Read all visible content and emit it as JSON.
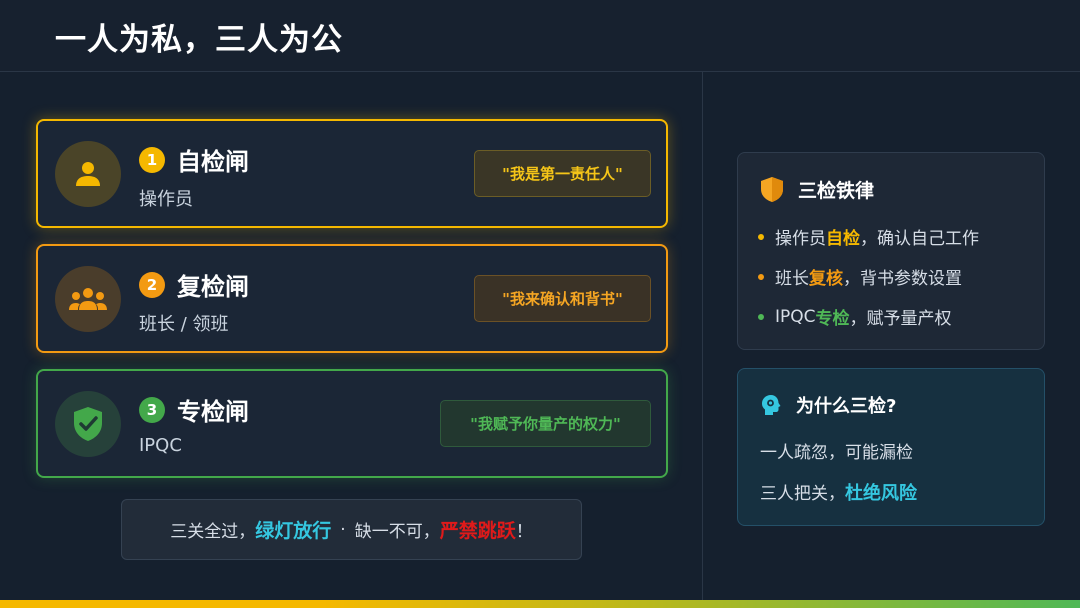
{
  "title": "一人为私，三人为公",
  "gates": [
    {
      "number": "1",
      "name": "自检闸",
      "role": "操作员",
      "quote": "\"我是第一责任人\"",
      "icon": "person-icon",
      "color": "#f5b800"
    },
    {
      "number": "2",
      "name": "复检闸",
      "role": "班长 / 领班",
      "quote": "\"我来确认和背书\"",
      "icon": "group-icon",
      "color": "#f39a12"
    },
    {
      "number": "3",
      "name": "专检闸",
      "role": "IPQC",
      "quote": "\"我赋予你量产的权力\"",
      "icon": "shield-check-icon",
      "color": "#43a84a"
    }
  ],
  "bottom_note": {
    "prefix": "三关全过，",
    "highlight1": "绿灯放行",
    "dot": "·",
    "middle": "缺一不可，",
    "highlight2": "严禁跳跃",
    "suffix": "！"
  },
  "rules_card": {
    "title": "三检铁律",
    "icon": "shield-icon",
    "items": [
      {
        "before": "操作员",
        "highlight": "自检",
        "after": "，确认自己工作",
        "color": "#f5b800"
      },
      {
        "before": "班长",
        "highlight": "复核",
        "after": "，背书参数设置",
        "color": "#f39a12"
      },
      {
        "before": "IPQC",
        "highlight": "专检",
        "after": "，赋予量产权",
        "color": "#4fb856"
      }
    ]
  },
  "why_card": {
    "title": "为什么三检?",
    "icon": "head-bulb-icon",
    "line1": "一人疏忽，可能漏检",
    "line2_prefix": "三人把关，",
    "line2_highlight": "杜绝风险"
  }
}
